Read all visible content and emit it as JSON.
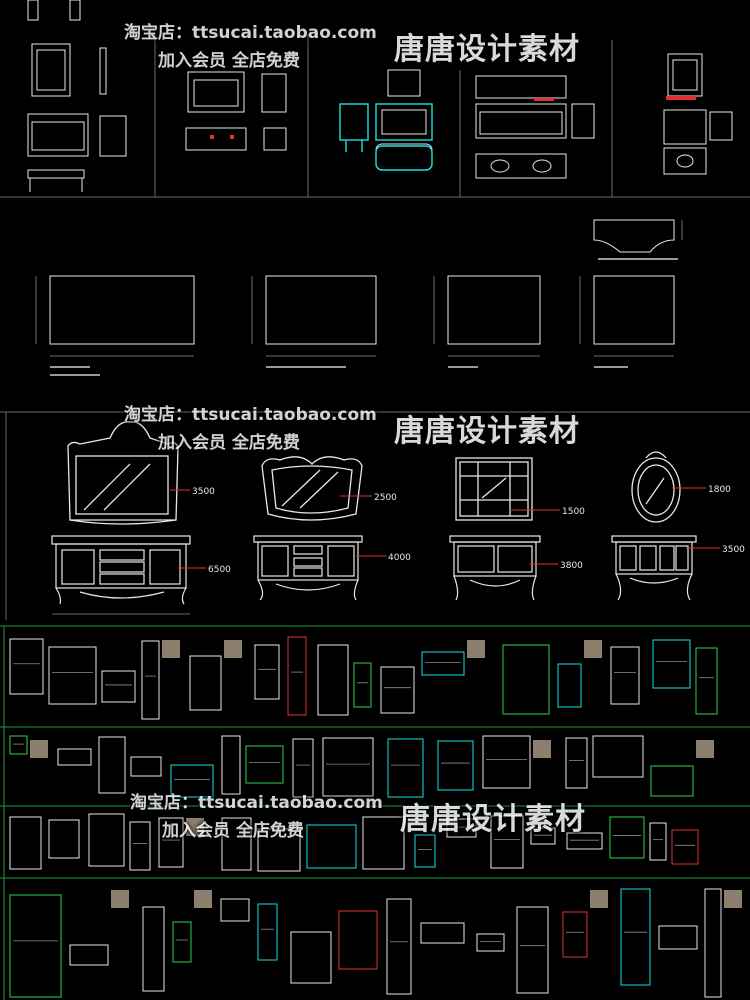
{
  "watermark": {
    "shop": "淘宝店：ttsucai.taobao.com",
    "member": "加入会员 全店免费",
    "brand": "唐唐设计素材"
  },
  "dimensions": {
    "mirror_1": "3500",
    "mirror_2": "2500",
    "mirror_3": "1500",
    "mirror_4": "1800",
    "cabinet_1": "6500",
    "cabinet_2": "4000",
    "cabinet_3": "3800",
    "cabinet_4": "3500"
  },
  "colors": {
    "background": "#000000",
    "line_white": "#e8e8e8",
    "line_gray": "#8a8a8a",
    "accent_cyan": "#19e0e0",
    "accent_red": "#e23030",
    "accent_green": "#2fd24a",
    "border_green": "#1d9a3a"
  }
}
